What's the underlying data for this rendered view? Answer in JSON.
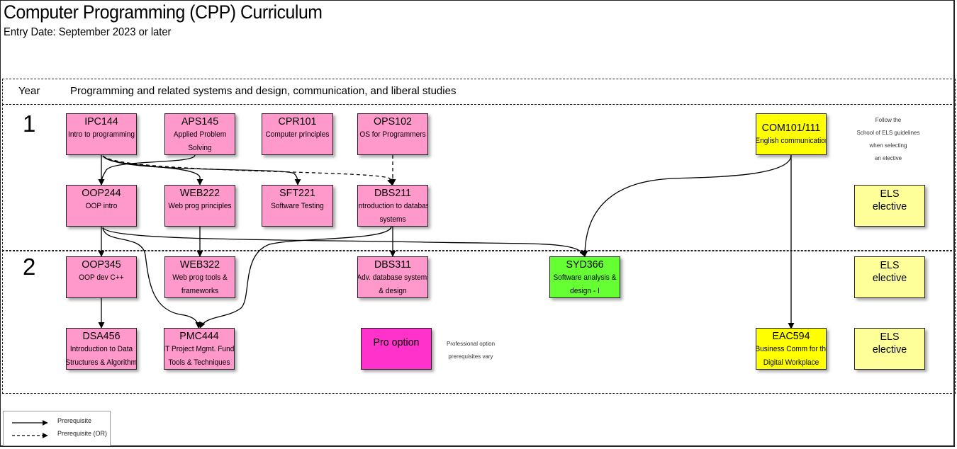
{
  "header": {
    "title": "Computer Programming (CPP) Curriculum",
    "subtitle": "Entry Date: September 2023 or later",
    "col_year": "Year",
    "col_desc": "Programming and related systems and design, communication, and liberal studies"
  },
  "years": [
    "1",
    "2"
  ],
  "colors": {
    "core": "#ff99cc",
    "communication": "#ffff00",
    "elective": "#ffff99",
    "analysis": "#66ff33",
    "pro_option": "#ff33cc"
  },
  "courses": {
    "ipc144": {
      "code": "IPC144",
      "name": "Intro to programming"
    },
    "aps145": {
      "code": "APS145",
      "name1": "Applied Problem",
      "name2": "Solving"
    },
    "cpr101": {
      "code": "CPR101",
      "name": "Computer principles"
    },
    "ops102": {
      "code": "OPS102",
      "name": "OS  for Programmers"
    },
    "com101": {
      "code": "COM101/111",
      "name": "English communications"
    },
    "oop244": {
      "code": "OOP244",
      "name": "OOP intro"
    },
    "web222": {
      "code": "WEB222",
      "name": "Web prog principles"
    },
    "sft221": {
      "code": "SFT221",
      "name": "Software Testing"
    },
    "dbs211": {
      "code": "DBS211",
      "name1": "introduction to database",
      "name2": "systems"
    },
    "oop345": {
      "code": "OOP345",
      "name": "OOP dev C++"
    },
    "web322": {
      "code": "WEB322",
      "name1": "Web prog tools &",
      "name2": "frameworks"
    },
    "dbs311": {
      "code": "DBS311",
      "name1": "Adv. database systems",
      "name2": "& design"
    },
    "syd366": {
      "code": "SYD366",
      "name1": "Software analysis &",
      "name2": "design - I"
    },
    "dsa456": {
      "code": "DSA456",
      "name1": "Introduction to Data",
      "name2": "Structures & Algorithms"
    },
    "pmc444": {
      "code": "PMC444",
      "name1": "IT Project Mgmt. Fund.",
      "name2": "Tools & Techniques"
    },
    "eac594": {
      "code": "EAC594",
      "name1": "Business Comm for the",
      "name2": "Digital Workplace"
    }
  },
  "electives": {
    "line1": "ELS",
    "line2": "elective"
  },
  "pro_option": {
    "label": "Pro option",
    "note1": "Professional  option",
    "note2": "prerequisites vary"
  },
  "els_note": [
    "Follow the",
    "School of ELS guidelines",
    "when selecting",
    "an elective"
  ],
  "legend": {
    "solid": "Prerequisite",
    "dashed": "Prerequisite (OR)"
  }
}
